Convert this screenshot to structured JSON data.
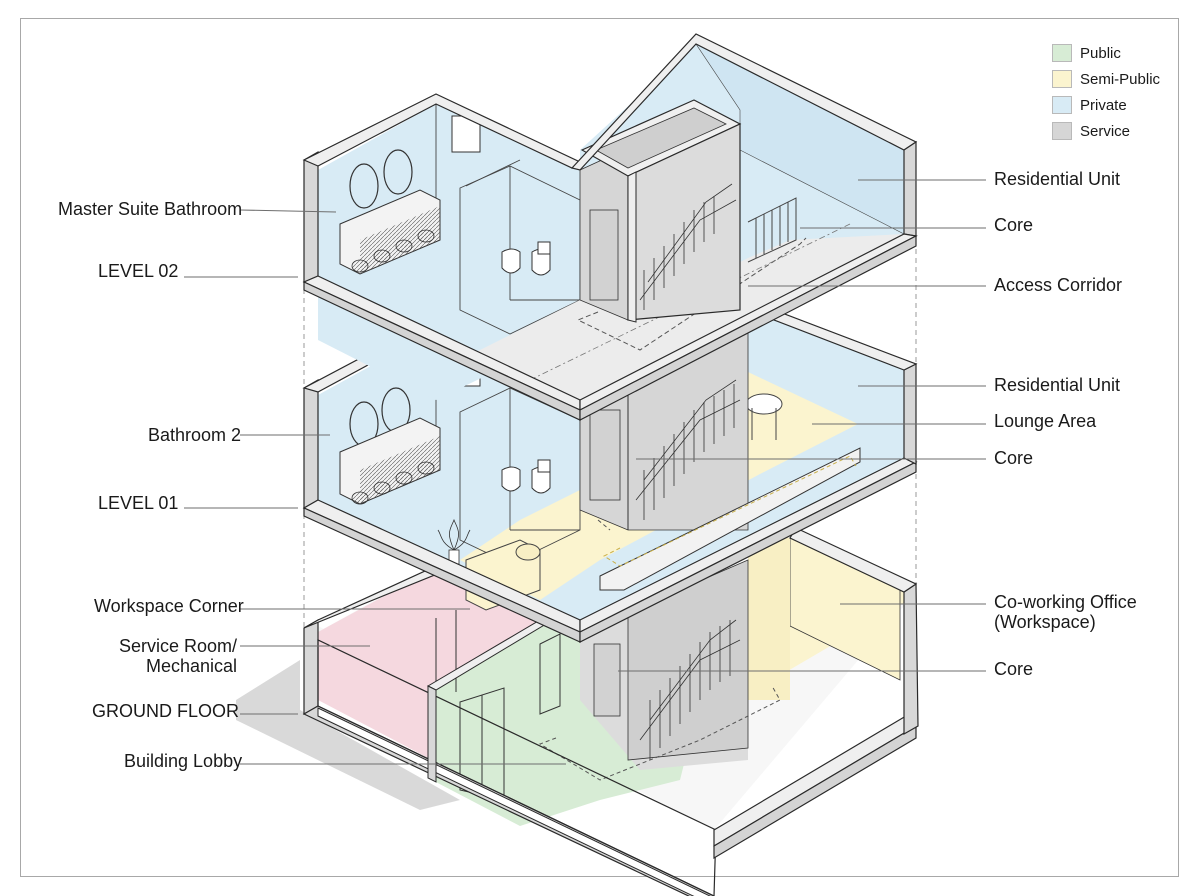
{
  "legend": {
    "items": [
      {
        "label": "Public",
        "color": "#d7ecd5"
      },
      {
        "label": "Semi-Public",
        "color": "#fbf4cf"
      },
      {
        "label": "Private",
        "color": "#d8ebf5"
      },
      {
        "label": "Service",
        "color": "#d6d6d6"
      }
    ]
  },
  "zone_colors": {
    "service_room": "#f5d8df",
    "wall_top": "#f2f2f2",
    "wall_side": "#d8d8d8",
    "outline": "#2a2a2a",
    "leader": "#6e6e6e"
  },
  "labels_left": {
    "master_suite_bathroom": "Master Suite Bathroom",
    "level_02": "LEVEL 02",
    "bathroom_2": "Bathroom 2",
    "level_01": "LEVEL 01",
    "workspace_corner": "Workspace Corner",
    "service_room_line1": "Service Room/",
    "service_room_line2": "Mechanical",
    "ground_floor": "GROUND FLOOR",
    "building_lobby": "Building Lobby"
  },
  "labels_right": {
    "residential_unit_l2": "Residential Unit",
    "core_l2": "Core",
    "access_corridor": "Access Corridor",
    "residential_unit_l1": "Residential Unit",
    "lounge_area": "Lounge Area",
    "core_l1": "Core",
    "coworking_line1": "Co-working Office",
    "coworking_line2": "(Workspace)",
    "core_gf": "Core"
  }
}
